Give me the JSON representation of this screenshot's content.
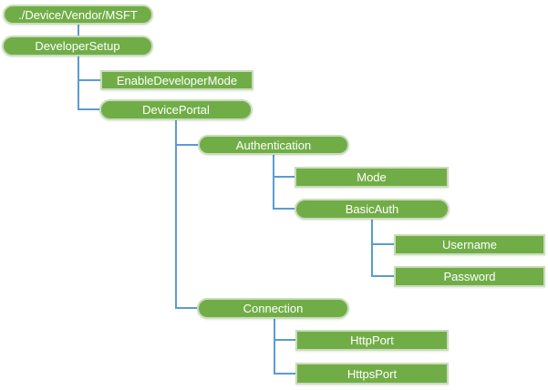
{
  "diagram": {
    "colors": {
      "background": "#FFFFFF",
      "node_fill": "#71AD47",
      "node_border": "#C9DDBB",
      "node_text": "#FFFFFF",
      "connector": "#5B9BD5"
    },
    "nodes": [
      {
        "label": "./Device/Vendor/MSFT",
        "shape": "rounded",
        "parent": null
      },
      {
        "label": "DeveloperSetup",
        "shape": "rounded",
        "parent": "./Device/Vendor/MSFT"
      },
      {
        "label": "EnableDeveloperMode",
        "shape": "rectangle",
        "parent": "DeveloperSetup"
      },
      {
        "label": "DevicePortal",
        "shape": "rounded",
        "parent": "DeveloperSetup"
      },
      {
        "label": "Authentication",
        "shape": "rounded",
        "parent": "DevicePortal"
      },
      {
        "label": "Mode",
        "shape": "rectangle",
        "parent": "Authentication"
      },
      {
        "label": "BasicAuth",
        "shape": "rounded",
        "parent": "Authentication"
      },
      {
        "label": "Username",
        "shape": "rectangle",
        "parent": "BasicAuth"
      },
      {
        "label": "Password",
        "shape": "rectangle",
        "parent": "BasicAuth"
      },
      {
        "label": "Connection",
        "shape": "rounded",
        "parent": "DevicePortal"
      },
      {
        "label": "HttpPort",
        "shape": "rectangle",
        "parent": "Connection"
      },
      {
        "label": "HttpsPort",
        "shape": "rectangle",
        "parent": "Connection"
      }
    ]
  }
}
